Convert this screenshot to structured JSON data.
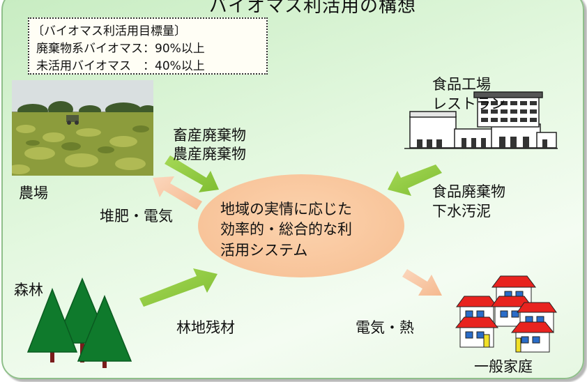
{
  "title": "バイオマス利活用の構想",
  "target_box": {
    "heading": "〔バイオマス利活用目標量〕",
    "lines": [
      "廃棄物系バイオマス：90%以上",
      "未活用バイオマス　：40%以上"
    ]
  },
  "nodes": {
    "farm": "農場",
    "forest": "森林",
    "factory_line1": "食品工場",
    "factory_line2": "レストラン",
    "households": "一般家庭"
  },
  "flows": {
    "farm_in_line1": "畜産廃棄物",
    "farm_in_line2": "農産廃棄物",
    "farm_out": "堆肥・電気",
    "factory_in_line1": "食品廃棄物",
    "factory_in_line2": "下水汚泥",
    "forest_in": "林地残材",
    "households_out": "電気・熱"
  },
  "center": {
    "lines": [
      "地域の実情に応じた",
      "効率的・総合的な利",
      "活用システム"
    ]
  },
  "colors": {
    "inflow_arrow": "#8cc63f",
    "outflow_arrow": "#f7c4a2",
    "ellipse": "#f8c49a",
    "house_roof": "#e8231f",
    "tree": "#0f7a2c",
    "panel_background": "#dff5da"
  },
  "icons": [
    "farm-photo",
    "factory-building-icon",
    "houses-icon",
    "trees-icon"
  ]
}
